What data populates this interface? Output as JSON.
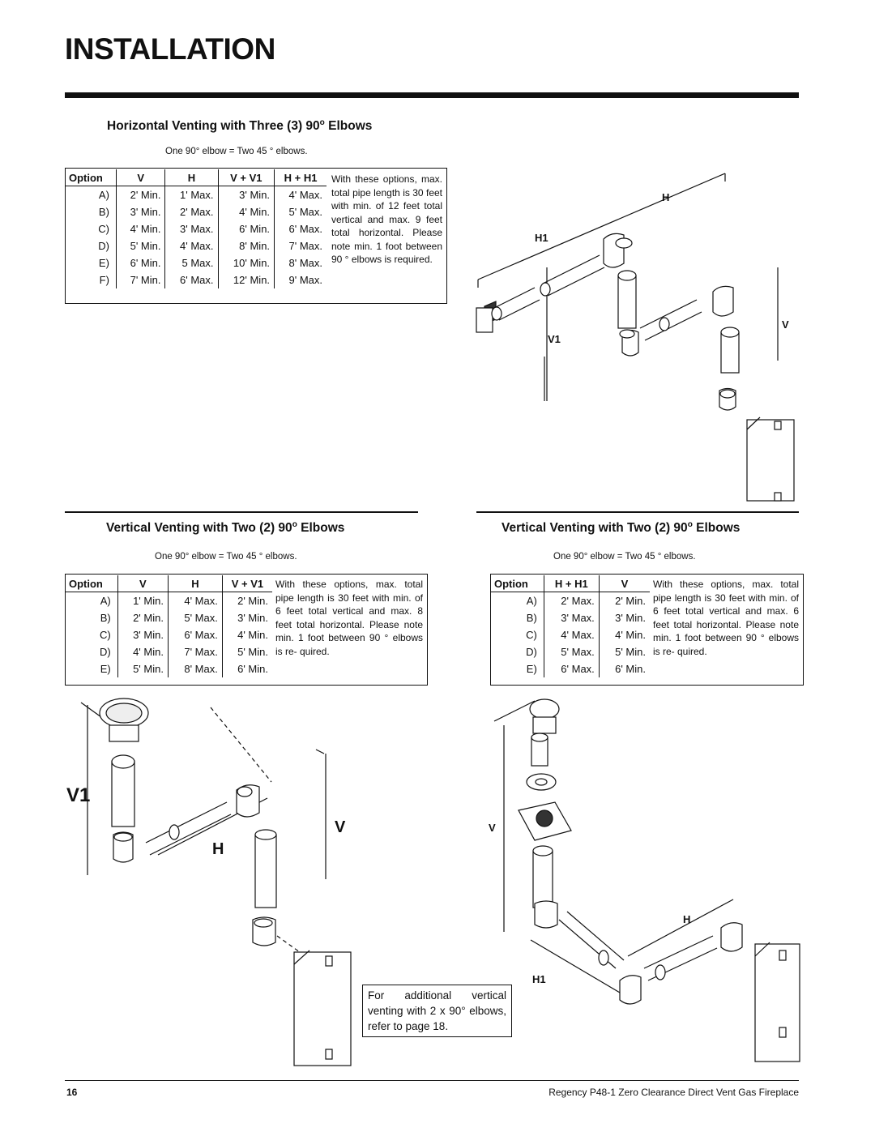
{
  "page": {
    "title": "INSTALLATION",
    "page_number": "16",
    "footer": "Regency P48-1 Zero Clearance Direct Vent Gas Fireplace"
  },
  "section1": {
    "title_pre": "Horizontal Venting with Three (3) 90",
    "title_sup": "o",
    "title_post": " Elbows",
    "note": "One 90° elbow = Two 45 ° elbows.",
    "headers": [
      "Option",
      "V",
      "H",
      "V + V1",
      "H + H1"
    ],
    "rows": [
      [
        "A)",
        "2' Min.",
        "1' Max.",
        "3' Min.",
        "4' Max."
      ],
      [
        "B)",
        "3' Min.",
        "2' Max.",
        "4' Min.",
        "5' Max."
      ],
      [
        "C)",
        "4' Min.",
        "3' Max.",
        "6' Min.",
        "6' Max."
      ],
      [
        "D)",
        "5' Min.",
        "4' Max.",
        "8' Min.",
        "7' Max."
      ],
      [
        "E)",
        "6' Min.",
        "5 Max.",
        "10' Min.",
        "8' Max."
      ],
      [
        "F)",
        "7' Min.",
        "6' Max.",
        "12' Min.",
        "9' Max."
      ]
    ],
    "side_note": "With these options, max. total pipe length is 30 feet with min. of 12 feet total vertical and max. 9 feet total horizontal. Please note min. 1 foot between 90 ° elbows is required.",
    "labels": {
      "h": "H",
      "h1": "H1",
      "v": "V",
      "v1": "V1"
    }
  },
  "section2": {
    "title_pre": "Vertical Venting with Two (2) 90",
    "title_sup": "o",
    "title_post": " Elbows",
    "note": "One 90° elbow = Two 45 ° elbows.",
    "headers": [
      "Option",
      "V",
      "H",
      "V + V1"
    ],
    "rows": [
      [
        "A)",
        "1' Min.",
        "4' Max.",
        "2' Min."
      ],
      [
        "B)",
        "2' Min.",
        "5' Max.",
        "3' Min."
      ],
      [
        "C)",
        "3' Min.",
        "6' Max.",
        "4' Min."
      ],
      [
        "D)",
        "4' Min.",
        "7' Max.",
        "5' Min."
      ],
      [
        "E)",
        "5' Min.",
        "8' Max.",
        "6' Min."
      ]
    ],
    "side_note": "With these options, max. total pipe length is 30 feet with min. of 6 feet total vertical and max. 8 feet total horizontal. Please note min. 1 foot between 90 ° elbows is re- quired.",
    "labels": {
      "v1": "V1",
      "v": "V",
      "h": "H"
    }
  },
  "section3": {
    "title_pre": "Vertical Venting with Two (2) 90",
    "title_sup": "o",
    "title_post": " Elbows",
    "note": "One 90° elbow = Two 45 ° elbows.",
    "headers": [
      "Option",
      "H + H1",
      "V"
    ],
    "rows": [
      [
        "A)",
        "2' Max.",
        "2' Min."
      ],
      [
        "B)",
        "3' Max.",
        "3' Min."
      ],
      [
        "C)",
        "4' Max.",
        "4' Min."
      ],
      [
        "D)",
        "5' Max.",
        "5' Min."
      ],
      [
        "E)",
        "6' Max.",
        "6' Min."
      ]
    ],
    "side_note": "With these options, max. total pipe length is 30 feet with min. of 6 feet total vertical and max. 6 feet total horizontal. Please note min. 1 foot between 90 ° elbows is re- quired.",
    "labels": {
      "v": "V",
      "h": "H",
      "h1": "H1"
    },
    "ref_note": "For additional vertical venting with 2 x 90° elbows, refer to page 18."
  }
}
